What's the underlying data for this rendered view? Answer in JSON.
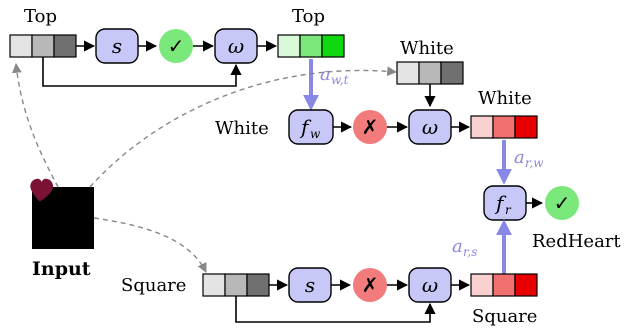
{
  "labels": {
    "top_in": "Top",
    "top_out": "Top",
    "white_in": "White",
    "white_left": "White",
    "white_out": "White",
    "square_in": "Square",
    "square_out": "Square",
    "input": "Input",
    "redheart": "RedHeart"
  },
  "ops": {
    "s": "s",
    "omega": "ω",
    "f": "f",
    "w_sub": "w",
    "r_sub": "r"
  },
  "attention": {
    "a": "a",
    "wt": "w,t",
    "rw": "r,w",
    "rs": "r,s"
  },
  "marks": {
    "check": "✓",
    "cross": "✗"
  },
  "colors": {
    "op_fill": "#c8c8f8",
    "check_fill": "#7ae87a",
    "cross_fill": "#f27b7b",
    "attention_arrow": "#8888e6",
    "gray_cells": [
      "#e4e4e4",
      "#b8b8b8",
      "#707070"
    ],
    "green_cells": [
      "#d8f8d8",
      "#7ae87a",
      "#10d810"
    ],
    "red_cells": [
      "#f8d0d0",
      "#f07070",
      "#e80000"
    ],
    "heart": "#7a1234",
    "input_bg": "#000000"
  }
}
